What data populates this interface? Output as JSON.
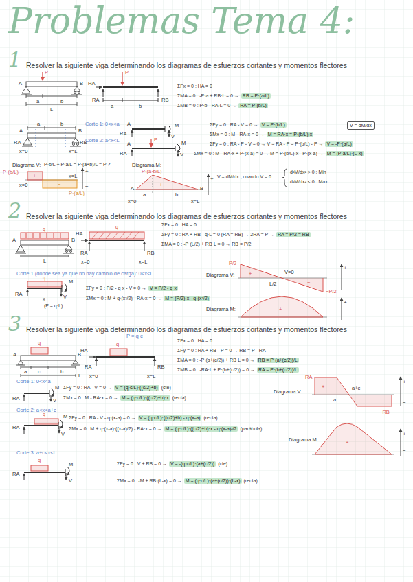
{
  "diagram": {
    "title": "Problemas Tema 4:",
    "nodes": [
      {
        "text": [
          "RB = P·(a/L)"
        ]
      },
      {
        "text": [
          "RA = P·(b/L)"
        ]
      },
      {
        "text": [
          "V = P·(b/L)"
        ]
      },
      {
        "text": [
          "V = dM/dx"
        ]
      },
      {
        "text": [
          "M = RA·x = P·(b/L)·x"
        ]
      },
      {
        "text": [
          "V = -P·(a/L)"
        ]
      },
      {
        "text": [
          "M = (P·a/L)·(L-x)"
        ]
      },
      {
        "text": [
          "RA = P/2 = RB"
        ]
      },
      {
        "text": [
          "V = P/2 - q·x"
        ]
      },
      {
        "text": [
          "M = (P/2)·x - q·(x²/2)"
        ]
      },
      {
        "text": [
          "RB = P·(a+(c/2))/L"
        ]
      },
      {
        "text": [
          "RA = P·(b+(c/2))/L"
        ]
      },
      {
        "text": [
          "V = (q·c/L)·((c/2)+b)"
        ]
      },
      {
        "text": [
          "M = (q·c/L)·((c/2)+b)·x"
        ]
      },
      {
        "text": [
          "V = (q·c/L)·((c/2)+b) - q·(x-a)"
        ]
      },
      {
        "text": [
          "M = (q·c/L)·((c/2)+b)·x - q·(x-a)²/2"
        ]
      },
      {
        "text": [
          "V = -(q·c/L)·(a+(c/2))"
        ]
      },
      {
        "text": [
          "M = (q·c/L)·(a+(c/2))·(L-x)"
        ]
      }
    ],
    "labels": [
      "1",
      "Resolver la siguiente viga determinando los diagramas de esfuerzos cortantes y momentos flectores",
      "P",
      "A",
      "B",
      "a",
      "b",
      "L",
      "HA",
      "RA",
      "a",
      "b",
      "P",
      "RB",
      "ΣFx = 0 : HA = 0",
      "ΣMA = 0 : -P·a + RB·L = 0 →",
      "ΣMB = 0 : P·b - RA·L = 0 →",
      "A",
      "B",
      "a",
      "b",
      "RA",
      "RB",
      "x=0",
      "x=L",
      "Corte 1: 0<x<a",
      "Corte 2: a<x<L",
      "A",
      "RA",
      "M",
      "V",
      "A",
      "RA",
      "P",
      "M",
      "V",
      "ΣFy = 0 : RA - V = 0 →",
      "ΣMx = 0 : M - RA·x = 0 →",
      "ΣFy = 0 : RA - P - V = 0 → V = RA - P = P·(b/L) - P →",
      "ΣMx = 0 : M - RA·x + P·(x-a) = 0 → M = P·(b/L)·x - P·(x-a) →",
      "Diagrama V:",
      "P·b/L + P·a/L = P·(a+b)/L = P ✓",
      "P·(b/L)",
      "+",
      "−",
      "x=0",
      "x=L",
      "P·(a/L)",
      "+",
      "−",
      "Diagrama M:",
      "P·(a·b/L)",
      "+",
      "A",
      "B",
      "a",
      "b",
      "x=0",
      "x=L",
      "+",
      "−",
      "V = dM/dx ; cuando V = 0",
      "d²M/dx² > 0 : Min",
      "d²M/dx² < 0 : Max",
      "2",
      "Resolver la siguiente viga determinando los diagramas de esfuerzos cortantes y momentos flectores",
      "q",
      "A",
      "B",
      "L",
      "q",
      "HA",
      "RA",
      "RB",
      "x=0",
      "x=L",
      "ΣFx = 0 : HA = 0",
      "ΣFy = 0 : RA + RB - q·L = 0 (RA = RB) → 2RA = P →",
      "ΣMA = 0 : -P·(L/2) + RB·L = 0 → RB = P/2",
      "Corte 1 (donde sea ya que no hay cambio de carga): 0<x<L",
      "q",
      "RA",
      "M",
      "V",
      "x",
      "(P = q·L)",
      "ΣFy = 0 : P/2 - q·x - V = 0 →",
      "ΣMx = 0 : M + q·(x²/2) - RA·x = 0 →",
      "Diagrama V:",
      "P/2",
      "V=0",
      "L/2",
      "−P/2",
      "+",
      "−",
      "+",
      "−",
      "Diagrama M:",
      "+",
      "+",
      "−",
      "3",
      "Resolver la siguiente viga determinando los diagramas de esfuerzos cortantes y momentos flectores",
      "q",
      "A",
      "B",
      "a",
      "c",
      "b",
      "L",
      "P = q·c",
      "q",
      "HA",
      "RA",
      "RB",
      "x=0",
      "x=L",
      "ΣFx = 0 : HA = 0",
      "ΣFy = 0 : RA + RB - P = 0 → RB = P - RA",
      "ΣMA = 0 : -P·(a+(c/2)) + RB·L = 0 →",
      "ΣMB = 0 : -RA·L + P·(b+(c/2)) = 0 →",
      "Corte 1: 0<x<a",
      "RA",
      "V",
      "M",
      "ΣFy = 0 : RA - V = 0 →",
      "(cte)",
      "ΣMx = 0 : M - RA·x = 0 →",
      "(recta)",
      "Corte 2: a<x<a+c",
      "q",
      "RA",
      "V",
      "M",
      "ΣFy = 0 : RA - V - q·(x-a) = 0 →",
      "(recta)",
      "ΣMx = 0 : M + q·(x-a)·((x-a)/2) - RA·x = 0 →",
      "(parábola)",
      "Corte 3: a+c<x<L",
      "q",
      "RA",
      "V",
      "M",
      "ΣFy = 0 : V + RB = 0 →",
      "(cte)",
      "ΣMx = 0 : -M + RB·(L-x) = 0 →",
      "(recta)",
      "Diagrama V:",
      "RA",
      "+",
      "−",
      "−RB",
      "a",
      "a+c",
      "+",
      "−",
      "Diagrama M:",
      "+",
      "+",
      "−"
    ]
  }
}
